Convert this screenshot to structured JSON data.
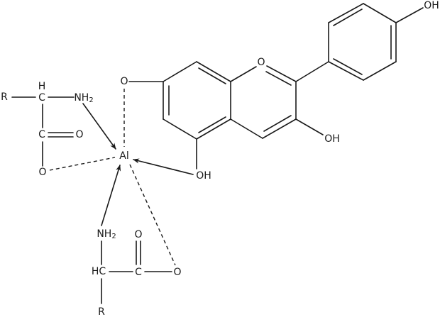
{
  "diagram": {
    "type": "chemical-structure",
    "center_atom": "Al",
    "flavonoid": {
      "o7_label": "O",
      "ring_o_label": "O",
      "oh3_label": "OH",
      "oh5_label": "OH",
      "oh4p_label": "OH"
    },
    "amino_acid_1": {
      "r_label": "R",
      "h_label": "H",
      "c_alpha_label": "C",
      "nh_label": "NH",
      "nh_sub": "2",
      "c_carbonyl_label": "C",
      "o_double_label": "O",
      "o_single_label": "O"
    },
    "amino_acid_2": {
      "nh_label": "NH",
      "nh_sub": "2",
      "hc_label": "HC",
      "c_carbonyl_label": "C",
      "o_double_label": "O",
      "o_single_label": "O",
      "r_label": "R"
    }
  }
}
